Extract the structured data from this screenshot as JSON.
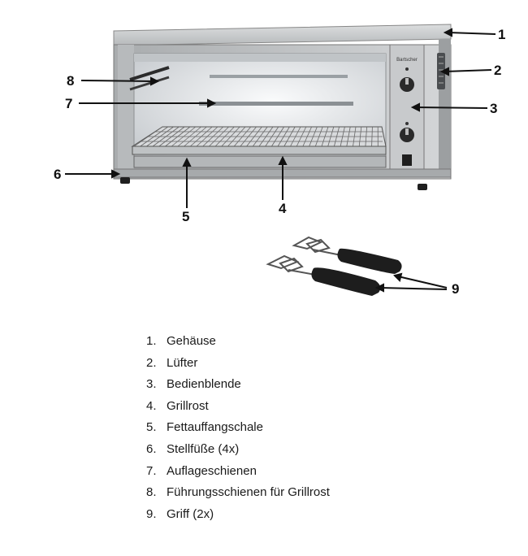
{
  "callouts": [
    "1",
    "2",
    "3",
    "4",
    "5",
    "6",
    "7",
    "8",
    "9"
  ],
  "legend": [
    {
      "num": "1.",
      "label": "Gehäuse"
    },
    {
      "num": "2.",
      "label": "Lüfter"
    },
    {
      "num": "3.",
      "label": "Bedienblende"
    },
    {
      "num": "4.",
      "label": "Grillrost"
    },
    {
      "num": "5.",
      "label": "Fettauffangschale"
    },
    {
      "num": "6.",
      "label": "Stellfüße (4x)"
    },
    {
      "num": "7.",
      "label": "Auflageschienen"
    },
    {
      "num": "8.",
      "label": "Führungsschienen für Grillrost"
    },
    {
      "num": "9.",
      "label": "Griff (2x)"
    }
  ],
  "brand_label": "Bartscher",
  "colors": {
    "steel": "#c9cbcd",
    "steel_dark": "#8d9092",
    "interior": "#e9ecef",
    "handle": "#1d1d1d",
    "callout": "#111111"
  }
}
